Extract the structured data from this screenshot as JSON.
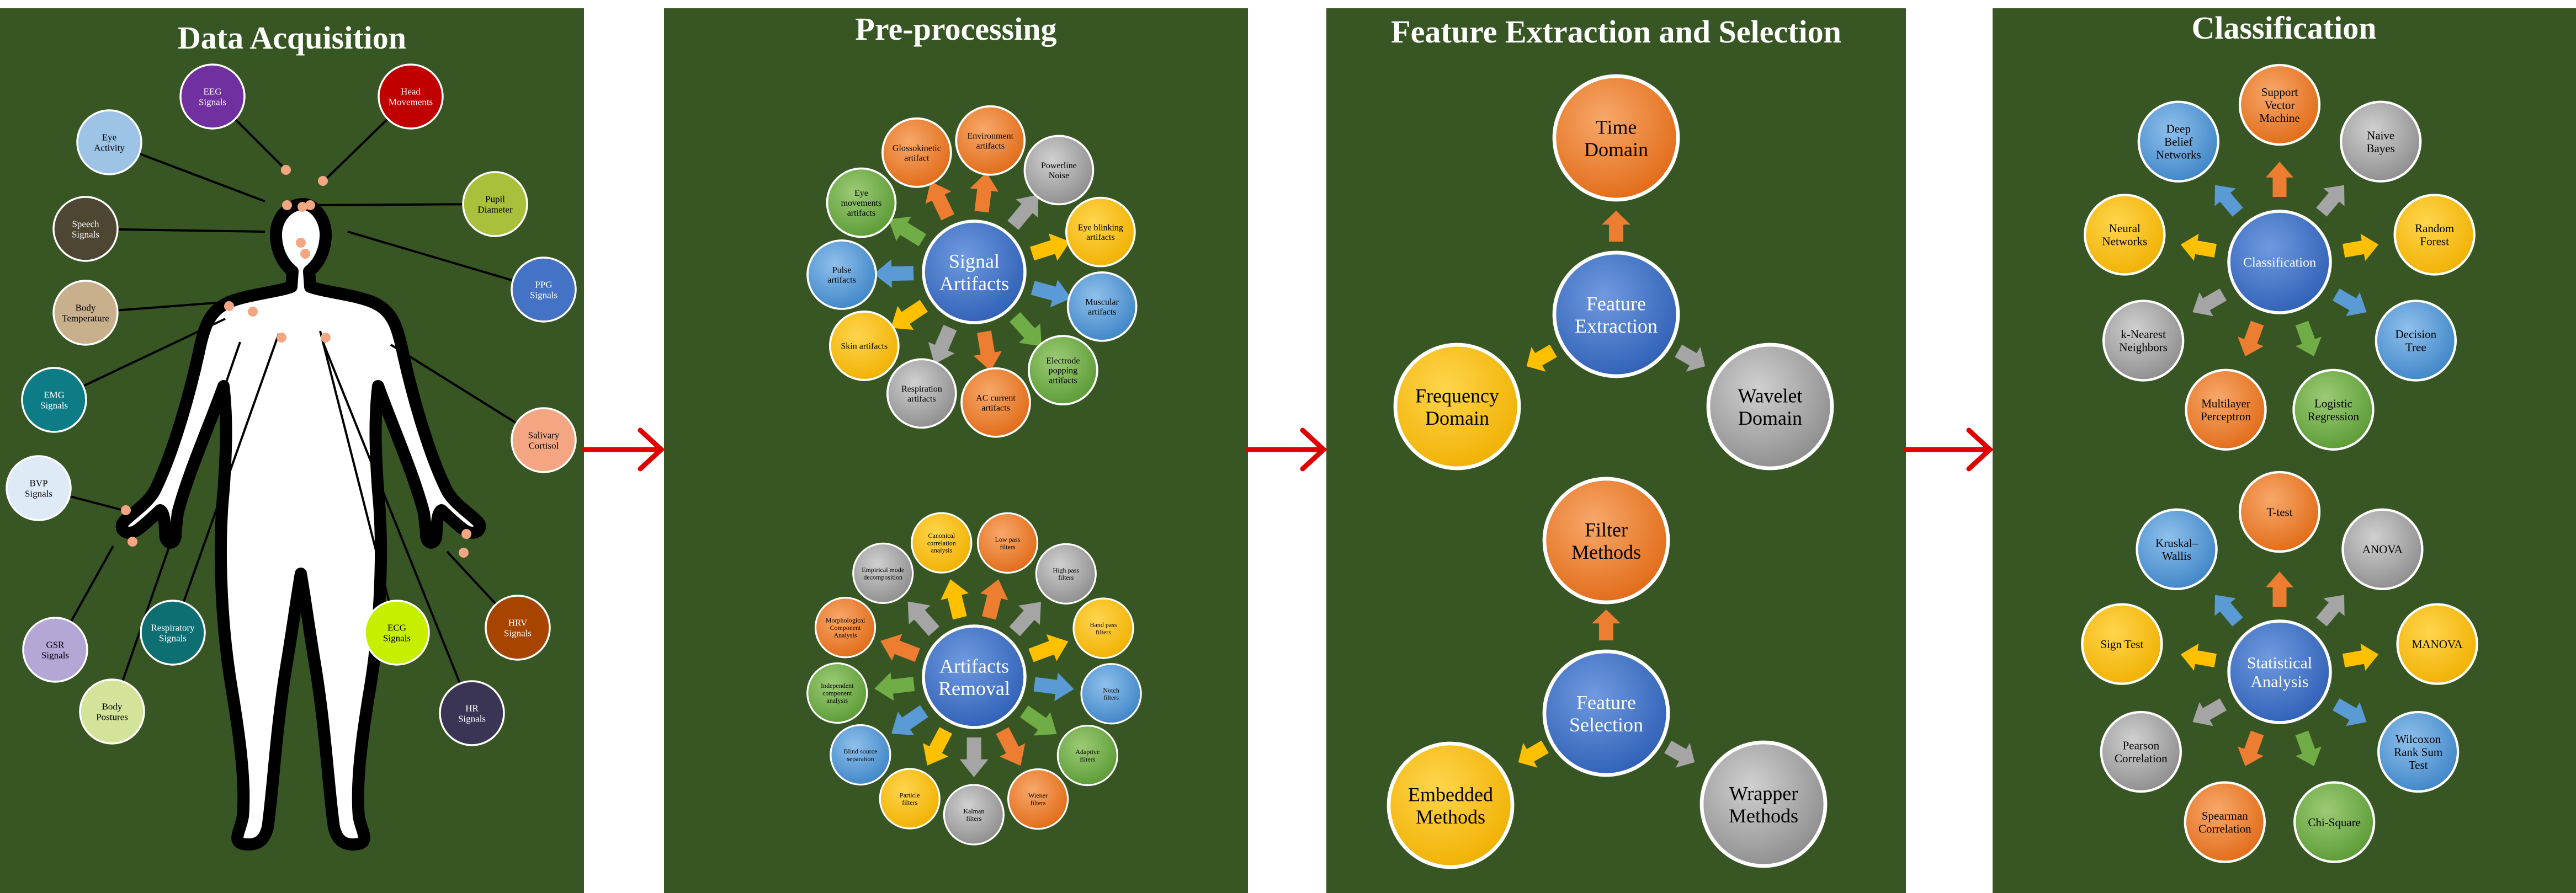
{
  "panels": [
    {
      "title": "Data Acquisition"
    },
    {
      "title": "Pre-processing"
    },
    {
      "title": "Feature Extraction and Selection"
    },
    {
      "title": "Classification"
    }
  ],
  "acquisition": {
    "signals": [
      {
        "label": "EEG\nSignals",
        "color": "#7030A0",
        "text_color": "#ffffff"
      },
      {
        "label": "Head\nMovements",
        "color": "#C00000",
        "text_color": "#ffffff"
      },
      {
        "label": "Eye\nActivity",
        "color": "#9DC3E6",
        "text_color": "#000000"
      },
      {
        "label": "Pupil\nDiameter",
        "color": "#A9C03A",
        "text_color": "#000000"
      },
      {
        "label": "Speech\nSignals",
        "color": "#4D4633",
        "text_color": "#ffffff"
      },
      {
        "label": "PPG\nSignals",
        "color": "#4472C4",
        "text_color": "#ffffff"
      },
      {
        "label": "Body\nTemperature",
        "color": "#C9B08C",
        "text_color": "#000000"
      },
      {
        "label": "EMG\nSignals",
        "color": "#0E7C86",
        "text_color": "#ffffff"
      },
      {
        "label": "Salivary\nCortisol",
        "color": "#F4A582",
        "text_color": "#000000"
      },
      {
        "label": "BVP\nSignals",
        "color": "#DEEBF7",
        "text_color": "#000000"
      },
      {
        "label": "Respiratory\nSignals",
        "color": "#0E6F72",
        "text_color": "#ffffff"
      },
      {
        "label": "ECG\nSignals",
        "color": "#C6EF00",
        "text_color": "#000000"
      },
      {
        "label": "HRV\nSignals",
        "color": "#A64400",
        "text_color": "#ffffff"
      },
      {
        "label": "GSR\nSignals",
        "color": "#B4A7D6",
        "text_color": "#000000"
      },
      {
        "label": "Body\nPostures",
        "color": "#D4E39A",
        "text_color": "#000000"
      },
      {
        "label": "HR\nSignals",
        "color": "#3A3555",
        "text_color": "#ffffff"
      }
    ]
  },
  "preprocessing": {
    "center1": "Signal\nArtifacts",
    "ring1": [
      "Environment\nartifacts",
      "Powerline\nNoise",
      "Eye blinking\nartifacts",
      "Muscular\nartifacts",
      "Electrode\npopping\nartifacts",
      "AC current\nartifacts",
      "Respiration\nartifacts",
      "Skin artifacts",
      "Pulse\nartifacts",
      "Eye\nmovements\nartifacts",
      "Glossokinetic\nartifact"
    ],
    "center2": "Artifacts\nRemoval",
    "ring2": [
      "Low pass\nfilters",
      "High pass\nfilters",
      "Band pass\nfilters",
      "Notch\nfilters",
      "Adaptive\nfilters",
      "Wiener\nfilters",
      "Kalman\nfilters",
      "Particle\nfilters",
      "Blind source\nseparation",
      "Independent\ncomponent\nanalysis",
      "Morphological\nComponent\nAnalysis",
      "Empirical mode\ndecomposition",
      "Canonical\ncorrelation\nanalysis"
    ]
  },
  "features": {
    "extraction": {
      "center": "Feature\nExtraction",
      "nodes": [
        "Time\nDomain",
        "Frequency\nDomain",
        "Wavelet\nDomain"
      ]
    },
    "selection": {
      "center": "Feature\nSelection",
      "nodes": [
        "Filter\nMethods",
        "Embedded\nMethods",
        "Wrapper\nMethods"
      ]
    }
  },
  "classification": {
    "center1": "Classification",
    "ring1": [
      "Support\nVector\nMachine",
      "Naive\nBayes",
      "Random\nForest",
      "Decision\nTree",
      "Logistic\nRegression",
      "Multilayer\nPerceptron",
      "k-Nearest\nNeighbors",
      "Neural\nNetworks",
      "Deep\nBelief\nNetworks"
    ],
    "center2": "Statistical\nAnalysis",
    "ring2": [
      "T-test",
      "ANOVA",
      "MANOVA",
      "Wilcoxon\nRank Sum\nTest",
      "Chi-Square",
      "Spearman\nCorrelation",
      "Pearson\nCorrelation",
      "Sign Test",
      "Kruskal–\nWallis"
    ]
  },
  "colors": {
    "panel_bg": "#375623",
    "orange": "#ED7D31",
    "gray": "#A5A5A5",
    "yellow": "#FFC000",
    "blue": "#5B9BD5",
    "green": "#70AD47",
    "dark_blue": "#4472C4",
    "arrow_red": "#E00000"
  },
  "icons": [
    "right-arrow-icon",
    "human-body-silhouette"
  ]
}
